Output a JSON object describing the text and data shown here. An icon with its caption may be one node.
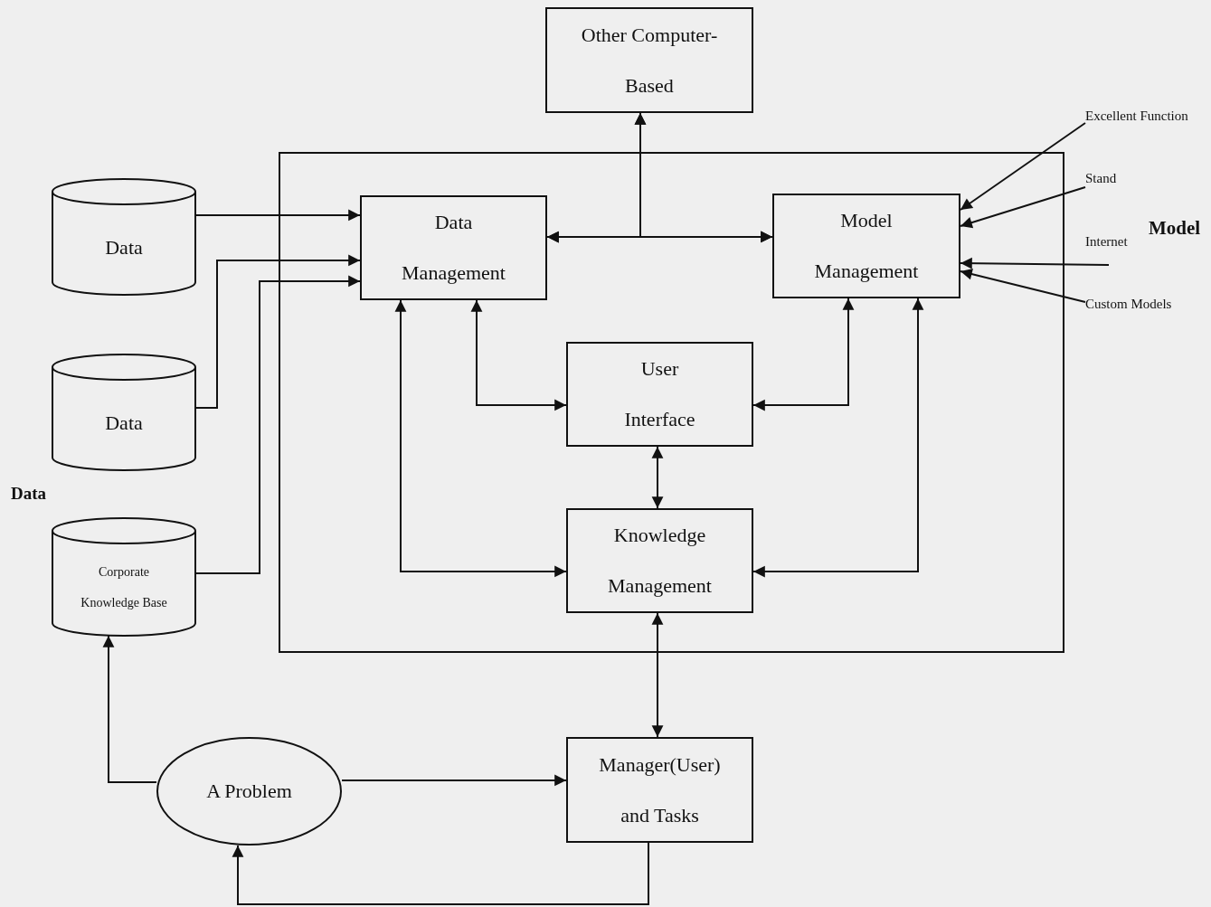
{
  "diagram": {
    "nodes": [
      {
        "text": [
          "Other Computer-Based"
        ]
      },
      {
        "text": [],
        "shape": "box"
      },
      {
        "text": [
          "Data Management"
        ],
        "in": 1
      },
      {
        "text": [
          "Model Management"
        ],
        "in": 1
      },
      {
        "text": [
          "User Interface"
        ],
        "in": 1
      },
      {
        "text": [
          "Knowledge Management"
        ],
        "in": 1
      },
      {
        "text": [
          "Data"
        ]
      },
      {
        "text": [
          "Data"
        ]
      },
      {
        "text": [
          "Corporate Knowledge Base"
        ]
      },
      {
        "text": [
          "A Problem"
        ]
      },
      {
        "text": [
          "Manager(User) and Tasks"
        ]
      },
      {
        "text": [
          "Excellent Function"
        ]
      },
      {
        "text": [
          "Stand"
        ]
      },
      {
        "text": [
          "Internet"
        ]
      },
      {
        "text": [
          "Custom Models"
        ]
      }
    ],
    "edges": [
      {
        "from": 2,
        "to": 3,
        "arrow": "both"
      },
      {
        "from": 0,
        "to": 2,
        "arrow": "both"
      },
      {
        "from": 0,
        "to": 3,
        "arrow": "both"
      },
      {
        "from": 6,
        "to": 2,
        "arrow": "to"
      },
      {
        "from": 7,
        "to": 2,
        "arrow": "to"
      },
      {
        "from": 8,
        "to": 2,
        "arrow": "to"
      },
      {
        "from": 2,
        "to": 4,
        "arrow": "both"
      },
      {
        "from": 3,
        "to": 4,
        "arrow": "both"
      },
      {
        "from": 4,
        "to": 5,
        "arrow": "both"
      },
      {
        "from": 2,
        "to": 5,
        "arrow": "both"
      },
      {
        "from": 3,
        "to": 5,
        "arrow": "both"
      },
      {
        "from": 5,
        "to": 10,
        "arrow": "both"
      },
      {
        "from": 9,
        "to": 8,
        "arrow": "to"
      },
      {
        "from": 9,
        "to": 10,
        "arrow": "to"
      },
      {
        "from": 10,
        "to": 9,
        "arrow": "to"
      },
      {
        "from": 11,
        "to": 3,
        "arrow": "to"
      },
      {
        "from": 12,
        "to": 3,
        "arrow": "to"
      },
      {
        "from": 13,
        "to": 3,
        "arrow": "to"
      },
      {
        "from": 14,
        "to": 3,
        "arrow": "to"
      }
    ],
    "labels": [
      "Model",
      "Data"
    ]
  }
}
